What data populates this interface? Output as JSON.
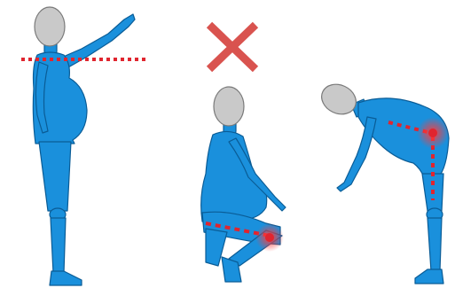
{
  "figure": {
    "panels": [
      {
        "id": "standing",
        "pose": "standing-arm-raised",
        "marker": "horizontal-shoulder-line",
        "crossed_out": false
      },
      {
        "id": "squatting",
        "pose": "deep-squat",
        "marker": "knee-strain",
        "crossed_out": true
      },
      {
        "id": "bending",
        "pose": "forward-bend",
        "marker": "lower-back-strain",
        "crossed_out": false
      }
    ],
    "icons": [
      "red-x-icon",
      "pain-glow-icon"
    ],
    "colors": {
      "body": "#1a90dc",
      "body_outline": "#0a5c96",
      "head": "#c9c9c9",
      "head_outline": "#7a7a7a",
      "marker": "#e0252f",
      "cross": "#d9534f"
    }
  }
}
